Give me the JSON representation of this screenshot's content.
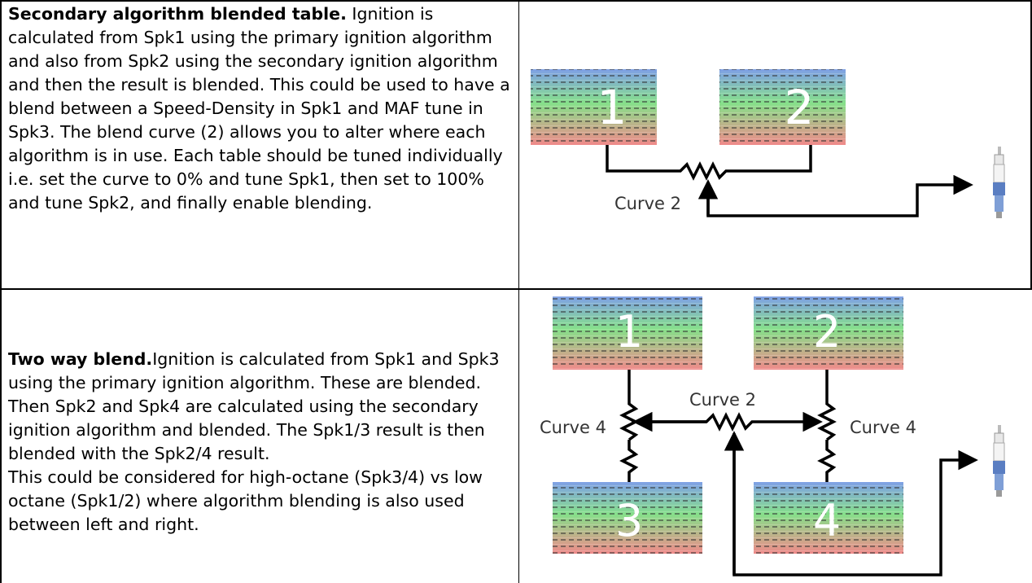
{
  "rows": [
    {
      "title": "Secondary algorithm blended table.",
      "body": " Ignition is calculated from Spk1 using the primary ignition algorithm and also from Spk2 using the secondary ignition algorithm and then the result is blended. This could be used to have a blend between a Speed-Density in Spk1 and MAF tune in Spk3. The blend curve (2) allows you to alter where each algorithm is in use. Each table should be tuned individually i.e. set the curve to 0% and tune Spk1, then set to 100% and tune Spk2, and finally enable blending.",
      "diagram": {
        "tables": [
          "1",
          "2"
        ],
        "curves": [
          "Curve 2"
        ]
      }
    },
    {
      "title": "Two way blend.",
      "body": "Ignition is calculated from Spk1 and Spk3 using the primary ignition algorithm. These are blended. Then Spk2 and Spk4 are calculated using the secondary ignition algorithm and blended. The Spk1/3 result is then blended with the Spk2/4 result.",
      "body2": "This could be considered for high-octane (Spk3/4) vs low octane (Spk1/2) where algorithm blending is also used between left and right.",
      "diagram": {
        "tables": [
          "1",
          "2",
          "3",
          "4"
        ],
        "curves": [
          "Curve 2",
          "Curve 4",
          "Curve 4"
        ]
      }
    }
  ],
  "colors": {
    "table_top": "#7fa0e6",
    "table_mid": "#86e08a",
    "table_bottom": "#f08a8a",
    "line": "#000000",
    "plug_body": "#5a7ec2"
  }
}
